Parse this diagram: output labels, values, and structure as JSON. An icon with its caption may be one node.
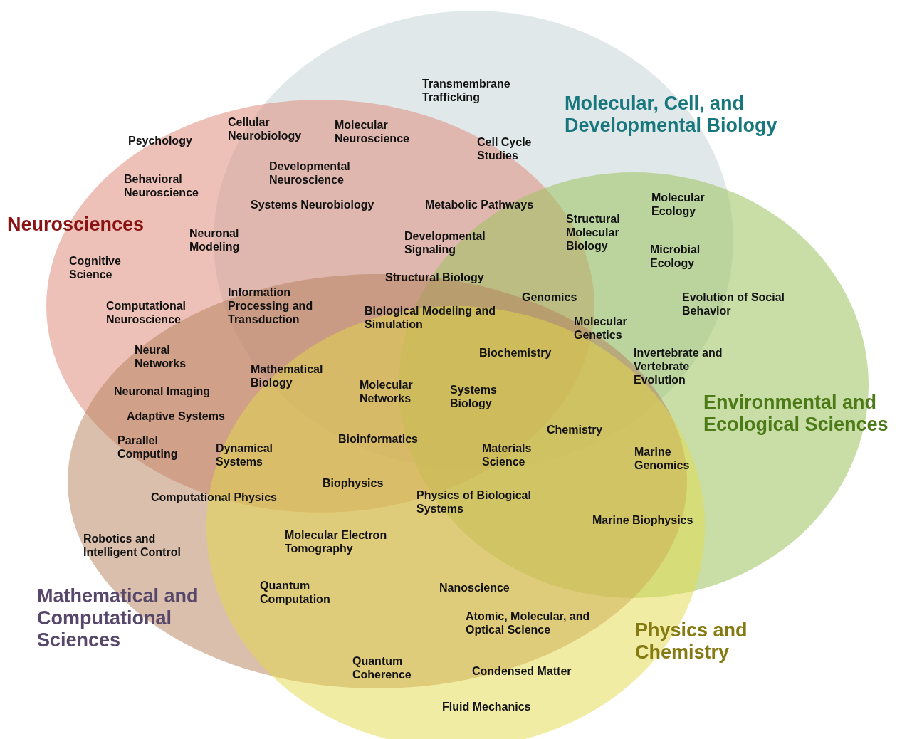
{
  "diagram": {
    "nodes": [
      {
        "text": [
          "Molecular, Cell, and Developmental Biology"
        ]
      },
      {
        "text": [
          "Neurosciences"
        ]
      },
      {
        "text": [
          "Environmental and Ecological Sciences"
        ]
      },
      {
        "text": [
          "Mathematical and Computational Sciences"
        ]
      },
      {
        "text": [
          "Physics and Chemistry"
        ]
      }
    ],
    "edges": [],
    "labels": [
      "Transmembrane Trafficking",
      "Cellular Neurobiology",
      "Molecular Neuroscience",
      "Psychology",
      "Cell Cycle Studies",
      "Developmental Neuroscience",
      "Behavioral Neuroscience",
      "Molecular Ecology",
      "Systems Neurobiology",
      "Metabolic Pathways",
      "Structural Molecular Biology",
      "Neuronal Modeling",
      "Developmental Signaling",
      "Microbial Ecology",
      "Cognitive Science",
      "Structural Biology",
      "Information Processing and Transduction",
      "Evolution of Social Behavior",
      "Genomics",
      "Computational Neuroscience",
      "Biological Modeling and Simulation",
      "Molecular Genetics",
      "Neural Networks",
      "Biochemistry",
      "Invertebrate and Vertebrate Evolution",
      "Mathematical Biology",
      "Molecular Networks",
      "Systems Biology",
      "Neuronal Imaging",
      "Adaptive Systems",
      "Chemistry",
      "Bioinformatics",
      "Parallel Computing",
      "Dynamical Systems",
      "Materials Science",
      "Marine Genomics",
      "Biophysics",
      "Computational Physics",
      "Physics of Biological Systems",
      "Marine Biophysics",
      "Robotics and Intelligent Control",
      "Molecular Electron Tomography",
      "Quantum Computation",
      "Nanoscience",
      "Atomic, Molecular, and Optical Science",
      "Quantum Coherence",
      "Condensed Matter",
      "Fluid Mechanics"
    ]
  }
}
